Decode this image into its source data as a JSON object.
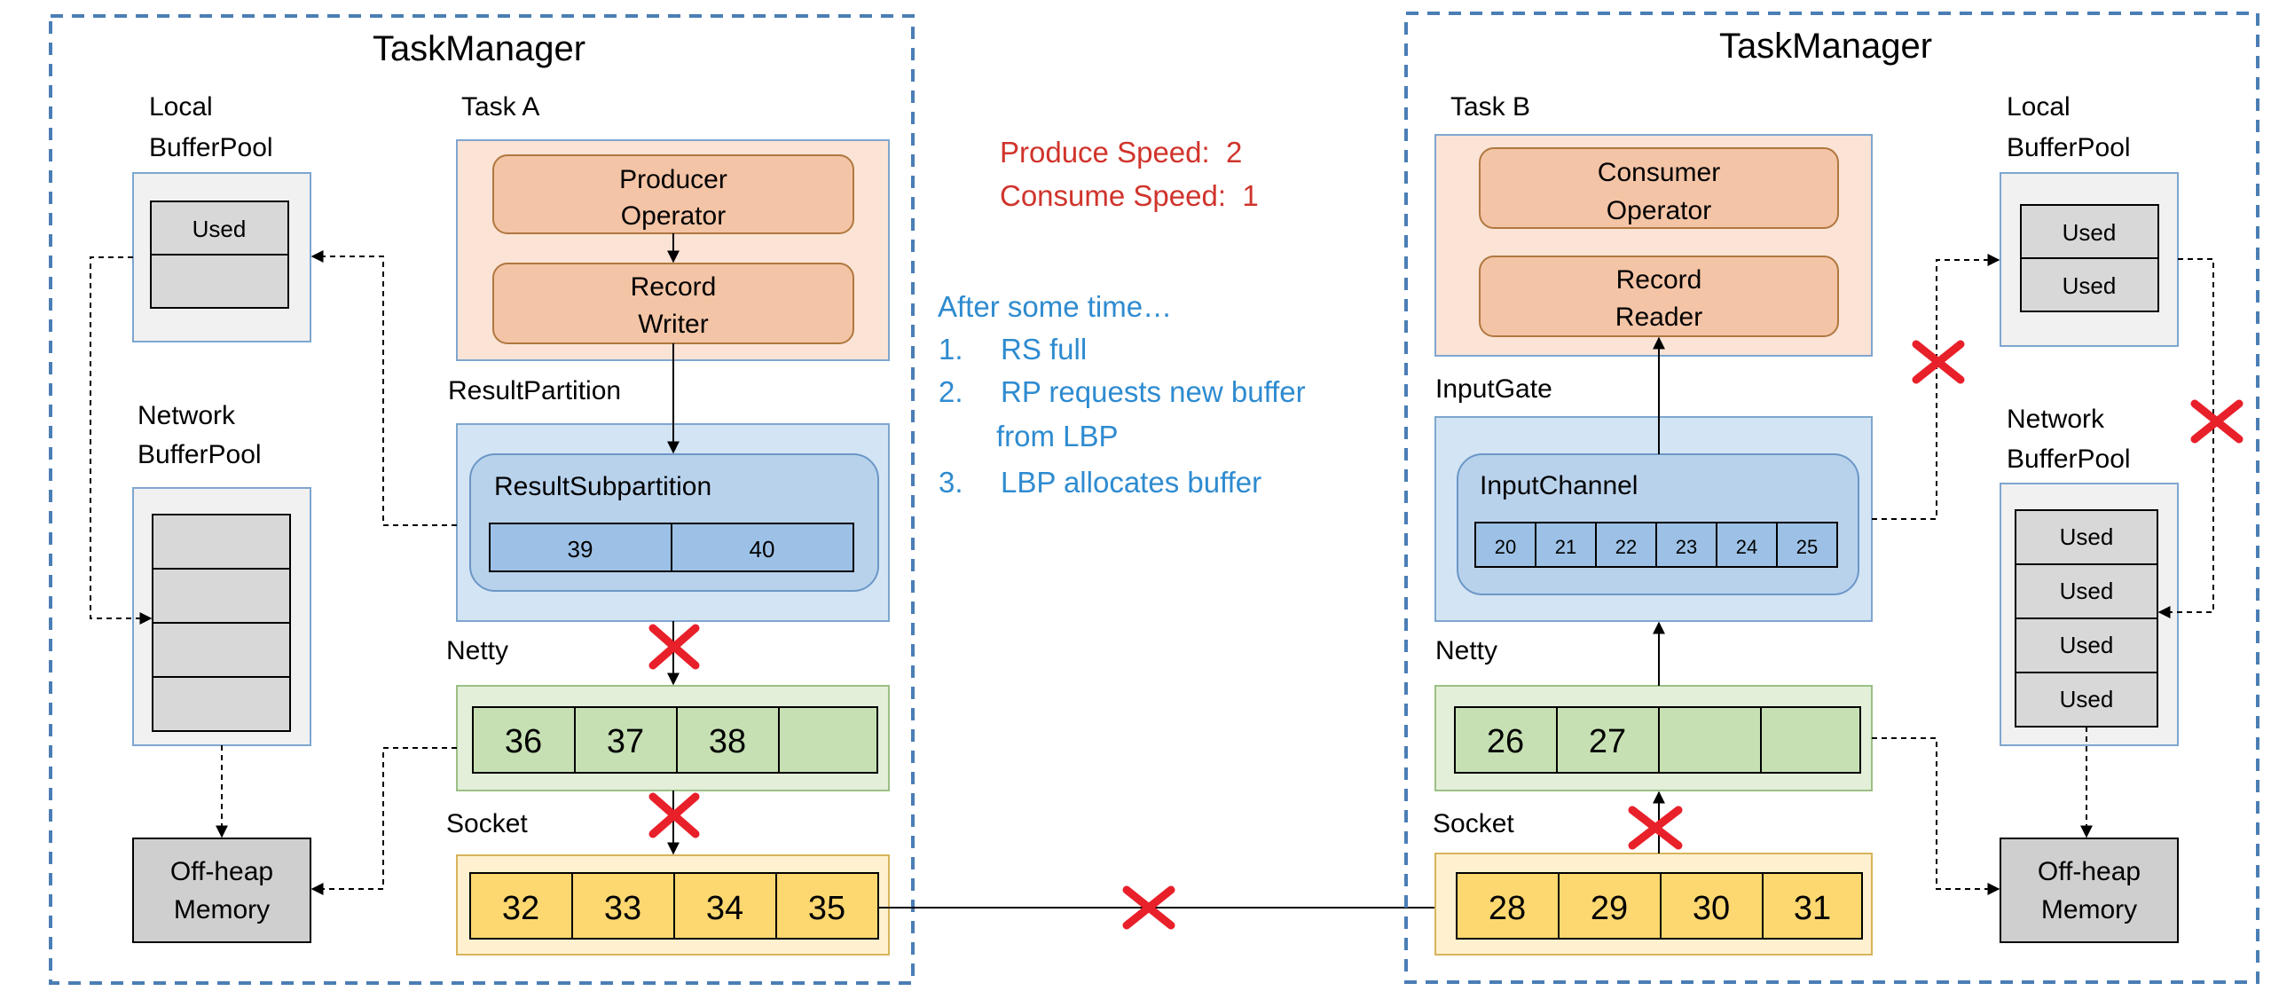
{
  "left": {
    "title": "TaskManager",
    "task_label": "Task A",
    "producer_operator": [
      "Producer",
      "Operator"
    ],
    "record_writer": [
      "Record",
      "Writer"
    ],
    "local_pool_label": [
      "Local",
      "BufferPool"
    ],
    "local_pool_cells": [
      "Used",
      ""
    ],
    "network_pool_label": [
      "Network",
      "BufferPool"
    ],
    "network_pool_cells": [
      "",
      "",
      "",
      ""
    ],
    "result_partition_label": "ResultPartition",
    "result_subpartition_label": "ResultSubpartition",
    "subpartition_cells": [
      "39",
      "40"
    ],
    "netty_label": "Netty",
    "netty_cells": [
      "36",
      "37",
      "38",
      ""
    ],
    "socket_label": "Socket",
    "socket_cells": [
      "32",
      "33",
      "34",
      "35"
    ],
    "offheap": [
      "Off-heap",
      "Memory"
    ]
  },
  "right": {
    "title": "TaskManager",
    "task_label": "Task B",
    "consumer_operator": [
      "Consumer",
      "Operator"
    ],
    "record_reader": [
      "Record",
      "Reader"
    ],
    "local_pool_label": [
      "Local",
      "BufferPool"
    ],
    "local_pool_cells": [
      "Used",
      "Used"
    ],
    "network_pool_label": [
      "Network",
      "BufferPool"
    ],
    "network_pool_cells": [
      "Used",
      "Used",
      "Used",
      "Used"
    ],
    "input_gate_label": "InputGate",
    "input_channel_label": "InputChannel",
    "channel_cells": [
      "20",
      "21",
      "22",
      "23",
      "24",
      "25"
    ],
    "netty_label": "Netty",
    "netty_cells": [
      "26",
      "27",
      "",
      ""
    ],
    "socket_label": "Socket",
    "socket_cells": [
      "28",
      "29",
      "30",
      "31"
    ],
    "offheap": [
      "Off-heap",
      "Memory"
    ]
  },
  "speeds": {
    "produce": "Produce Speed:  2",
    "consume": "Consume Speed:  1"
  },
  "notes": {
    "heading": "After some time…",
    "items": [
      {
        "num": "1.",
        "lines": [
          "RS full"
        ]
      },
      {
        "num": "2.",
        "lines": [
          "RP requests new buffer",
          "from LBP"
        ]
      },
      {
        "num": "3.",
        "lines": [
          "LBP allocates buffer"
        ]
      }
    ]
  },
  "colors": {
    "dashed_border": "#4a7eb5",
    "task_fill": "#fbe3d6",
    "operator_fill": "#f4c4a6",
    "operator_stroke": "#b0783f",
    "partition_fill": "#d3e4f4",
    "partition_stroke": "#7ea6cf",
    "subpartition_fill": "#b9d2ec",
    "cell_blue": "#9dc1e6",
    "pool_fill": "#f1f1f1",
    "cell_gray": "#d8d8d8",
    "netty_fill": "#e3efd9",
    "netty_cell": "#c6e0b3",
    "socket_fill": "#fff1cf",
    "socket_cell": "#fdd870",
    "offheap_fill": "#cfcfcf",
    "red_text": "#d0342c",
    "blue_text": "#2e8bd0",
    "cross": "#e8202a"
  }
}
